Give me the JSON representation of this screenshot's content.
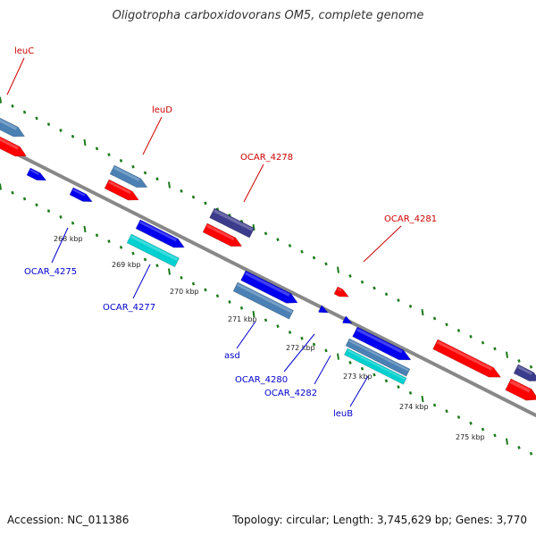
{
  "title": "Oligotropha carboxidovorans OM5, complete genome",
  "footer": {
    "accession": "Accession: NC_011386",
    "topology": "Topology: circular; Length: 3,745,629 bp; Genes: 3,770"
  },
  "colors": {
    "backbone": "#888888",
    "tick": "#1a7a1a",
    "forward_label": "#cc0000",
    "reverse_label": "#0000cc",
    "red_gene": "#ff0000",
    "steelblue_gene": "#4a80b4",
    "blue_gene": "#0000ee",
    "cyan_gene": "#00d0d0",
    "purple_gene": "#3c3c8c"
  },
  "ticks": [
    "268 kbp",
    "269 kbp",
    "270 kbp",
    "271 kbp",
    "272 kbp",
    "273 kbp",
    "274 kbp",
    "275 kbp"
  ],
  "forward_labels": [
    "leuC",
    "leuD",
    "OCAR_4278",
    "OCAR_4281"
  ],
  "reverse_labels": [
    "OCAR_4275",
    "OCAR_4277",
    "asd",
    "OCAR_4280",
    "OCAR_4282",
    "leuB"
  ],
  "genes": [
    {
      "color": "steelblue_gene"
    },
    {
      "color": "red_gene"
    },
    {
      "color": "blue_gene"
    },
    {
      "color": "blue_gene"
    },
    {
      "color": "steelblue_gene"
    },
    {
      "color": "red_gene"
    },
    {
      "color": "blue_gene"
    },
    {
      "color": "cyan_gene"
    },
    {
      "color": "purple_gene"
    },
    {
      "color": "red_gene"
    },
    {
      "color": "blue_gene"
    },
    {
      "color": "steelblue_gene"
    },
    {
      "color": "red_gene"
    },
    {
      "color": "blue_gene"
    },
    {
      "color": "blue_gene"
    },
    {
      "color": "blue_gene"
    },
    {
      "color": "steelblue_gene"
    },
    {
      "color": "cyan_gene"
    },
    {
      "color": "red_gene"
    },
    {
      "color": "purple_gene"
    },
    {
      "color": "red_gene"
    }
  ]
}
